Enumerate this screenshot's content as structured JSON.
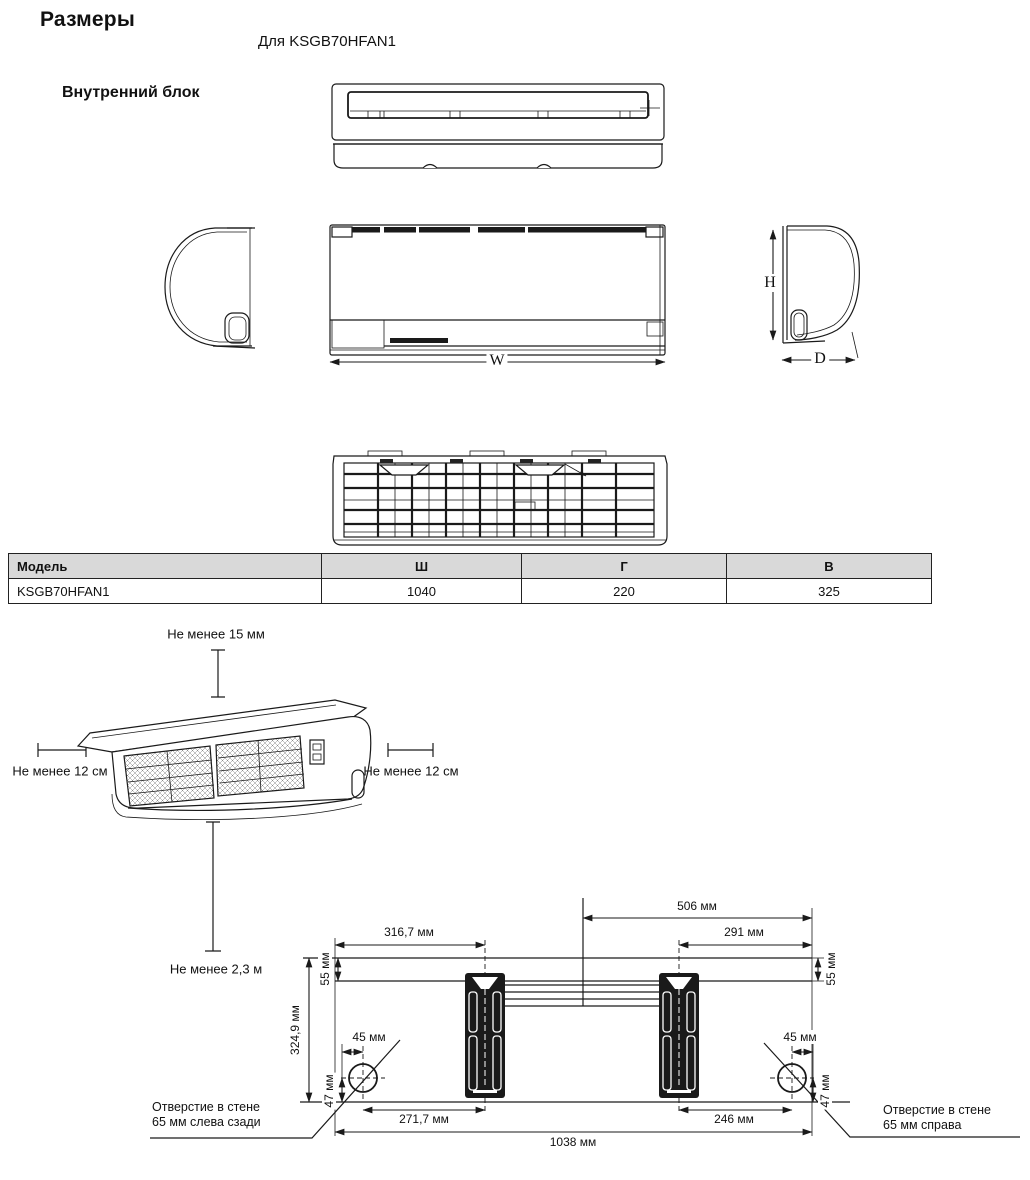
{
  "header": {
    "title": "Размеры",
    "subtitle": "Для KSGB70HFAN1",
    "unit_label": "Внутренний блок"
  },
  "letters": {
    "w": "W",
    "h": "H",
    "d": "D"
  },
  "table": {
    "headers": [
      "Модель",
      "Ш",
      "Г",
      "В"
    ],
    "row": [
      "KSGB70HFAN1",
      "1040",
      "220",
      "325"
    ]
  },
  "clearance": {
    "top": "Не менее 15 мм",
    "left": "Не менее 12 см",
    "right": "Не менее 12 см",
    "bottom": "Не менее 2,3 м"
  },
  "mounting": {
    "d506": "506 мм",
    "d316_7": "316,7 мм",
    "d291": "291 мм",
    "d55_left": "55 мм",
    "d55_right": "55 мм",
    "d324_9": "324,9 мм",
    "d45_left": "45 мм",
    "d45_right": "45 мм",
    "d47_left": "47 мм",
    "d47_right": "47 мм",
    "d271_7": "271,7 мм",
    "d246": "246 мм",
    "d1038": "1038 мм",
    "callout_left": [
      "Отверстие в стене",
      "65 мм слева сзади"
    ],
    "callout_right": [
      "Отверстие в стене",
      "65 мм справа"
    ]
  }
}
